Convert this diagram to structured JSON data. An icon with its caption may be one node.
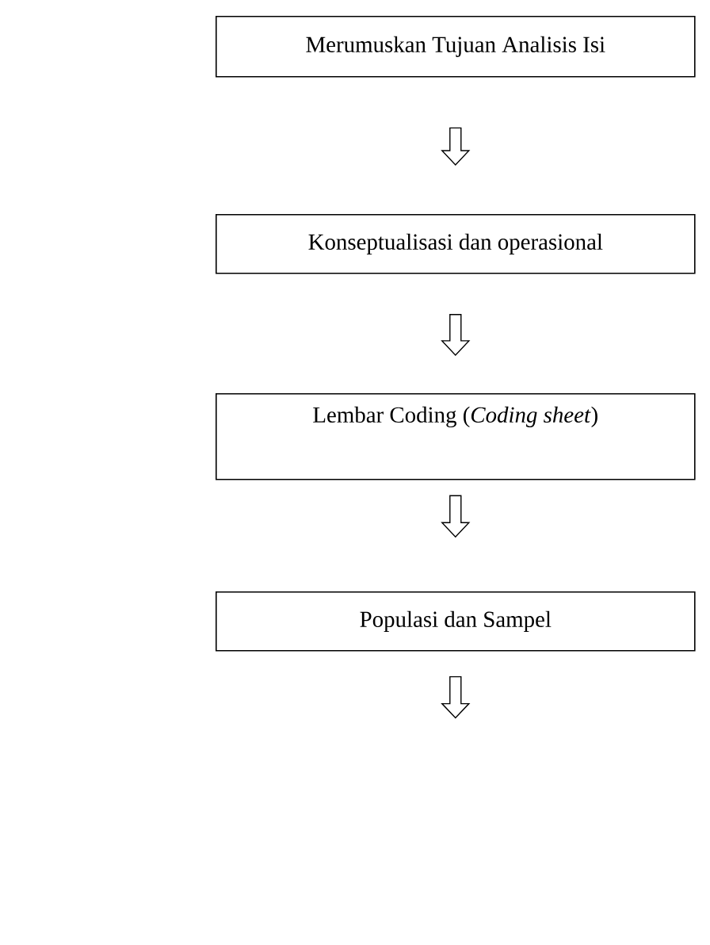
{
  "diagram": {
    "nodes": [
      {
        "text": [
          "Merumuskan Tujuan Analisis Isi"
        ]
      },
      {
        "text": [
          "Konseptualisasi dan operasional"
        ]
      },
      {
        "text": [
          "Lembar Coding (*Coding sheet*)"
        ]
      },
      {
        "text": [
          "Populasi dan Sampel"
        ]
      }
    ],
    "edges": [
      {
        "from": 0,
        "to": 1,
        "arrow": "to"
      },
      {
        "from": 1,
        "to": 2,
        "arrow": "to"
      },
      {
        "from": 2,
        "to": 3,
        "arrow": "to"
      },
      {
        "from": 3,
        "to": null,
        "arrow": "to"
      }
    ]
  }
}
